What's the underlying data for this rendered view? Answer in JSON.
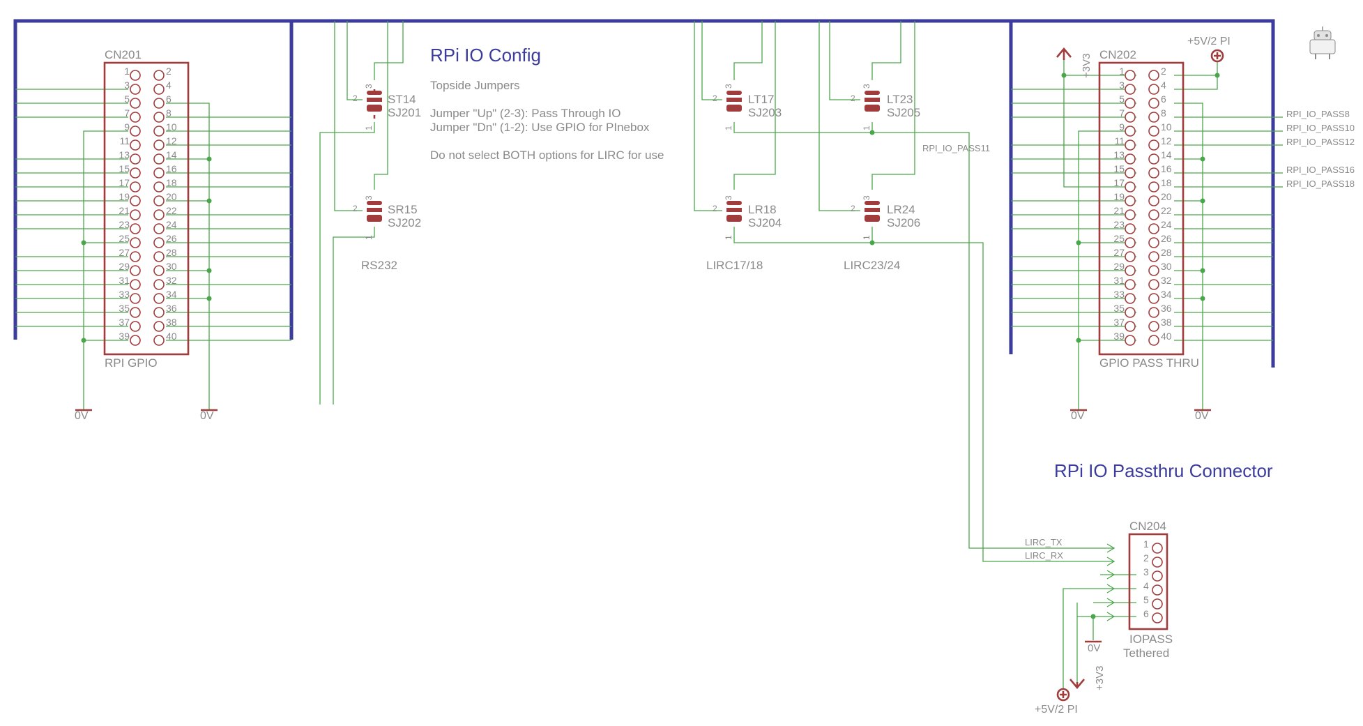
{
  "texts": {
    "config_title": "RPi IO Config",
    "topside": "Topside Jumpers",
    "up_note": "Jumper \"Up\" (2-3): Pass Through IO",
    "dn_note": "Jumper \"Dn\" (1-2): Use GPIO for PInebox",
    "both_note": "Do not select BOTH options for LIRC for use",
    "passthru_title": "RPi IO Passthru Connector",
    "rs232": "RS232",
    "lirc1718": "LIRC17/18",
    "lirc2324": "LIRC23/24",
    "rpi_io_pass11": "RPI_IO_PASS11",
    "gnd": "0V",
    "v33": "+3V3",
    "v5": "+5V/2 PI",
    "lirc_tx": "LIRC_TX",
    "lirc_rx": "LIRC_RX"
  },
  "cn201": {
    "ref": "CN201",
    "value": "RPI GPIO"
  },
  "cn202": {
    "ref": "CN202",
    "value": "GPIO PASS THRU"
  },
  "cn204": {
    "ref": "CN204",
    "value": "IOPASS",
    "value2": "Tethered",
    "pins": [
      "1",
      "2",
      "3",
      "4",
      "5",
      "6"
    ]
  },
  "header_pins": {
    "odd": [
      "1",
      "3",
      "5",
      "7",
      "9",
      "11",
      "13",
      "15",
      "17",
      "19",
      "21",
      "23",
      "25",
      "27",
      "29",
      "31",
      "33",
      "35",
      "37",
      "39"
    ],
    "even": [
      "2",
      "4",
      "6",
      "8",
      "10",
      "12",
      "14",
      "16",
      "18",
      "20",
      "22",
      "24",
      "26",
      "28",
      "30",
      "32",
      "34",
      "36",
      "38",
      "40"
    ]
  },
  "jumpers": [
    {
      "name": "ST14",
      "ref": "SJ201"
    },
    {
      "name": "SR15",
      "ref": "SJ202"
    },
    {
      "name": "LT17",
      "ref": "SJ203"
    },
    {
      "name": "LR18",
      "ref": "SJ204"
    },
    {
      "name": "LT23",
      "ref": "SJ205"
    },
    {
      "name": "LR24",
      "ref": "SJ206"
    }
  ],
  "pass_labels": [
    "RPI_IO_PASS8",
    "RPI_IO_PASS10",
    "RPI_IO_PASS12",
    "RPI_IO_PASS16",
    "RPI_IO_PASS18"
  ]
}
